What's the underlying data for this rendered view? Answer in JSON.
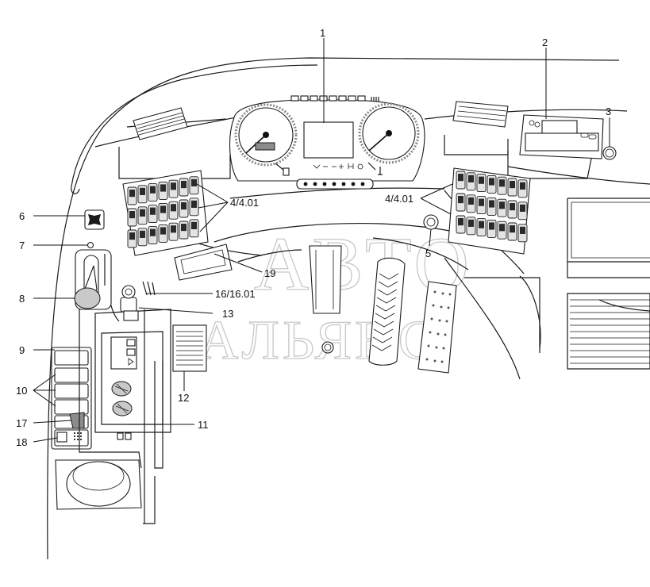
{
  "callouts": {
    "c1": "1",
    "c2": "2",
    "c3": "3",
    "c4_left": "4/4.01",
    "c4_right": "4/4.01",
    "c5": "5",
    "c6": "6",
    "c7": "7",
    "c8": "8",
    "c9": "9",
    "c10": "10",
    "c11": "11",
    "c12": "12",
    "c13": "13",
    "c16": "16/16.01",
    "c17": "17",
    "c18": "18",
    "c19": "19"
  },
  "watermark": {
    "line1": "АВТО",
    "line2": "АЛЬЯНС"
  },
  "colors": {
    "line": "#1a1a1a",
    "panel_gray": "#c9c9c9",
    "dark_gray": "#8c8c8c",
    "watermark": "#9a9a9a"
  },
  "icons": [
    "fuel-pump-icon",
    "temperature-icon",
    "horn-icon"
  ]
}
